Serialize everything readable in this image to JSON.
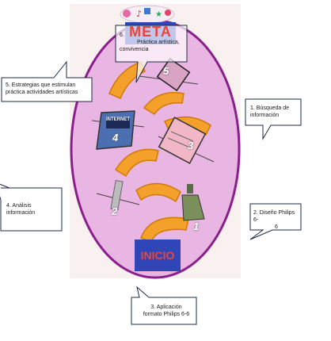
{
  "board": {
    "meta_label": "META",
    "inicio_label": "INICIO",
    "laptop_label": "INTERNET",
    "numbers": [
      "1",
      "2",
      "3",
      "4",
      "5"
    ]
  },
  "callouts": [
    {
      "id": "c1",
      "text_lines": [
        "1. Búsqueda de",
        "información"
      ]
    },
    {
      "id": "c2",
      "text_lines": [
        "2. Diseño Philips 6-",
        "6"
      ]
    },
    {
      "id": "c3",
      "text_lines": [
        "3. Aplicación",
        "formato Philips 6-6"
      ]
    },
    {
      "id": "c4",
      "text_lines": [
        "4. Análisis",
        "información"
      ]
    },
    {
      "id": "c5",
      "text_lines": [
        "5. Estrategias que estimulan",
        "práctica actividades artísticas"
      ]
    },
    {
      "id": "c6",
      "text_lines": [
        "6.",
        "Práctica artística,",
        "convivencia"
      ]
    }
  ],
  "colors": {
    "oval_fill": "#e9b5e2",
    "oval_stroke": "#8a1f8c",
    "path_fill": "#f3a12a",
    "path_stroke": "#d37808",
    "sign_fill": "#2f45b8",
    "sign_text": "#e8463b"
  }
}
